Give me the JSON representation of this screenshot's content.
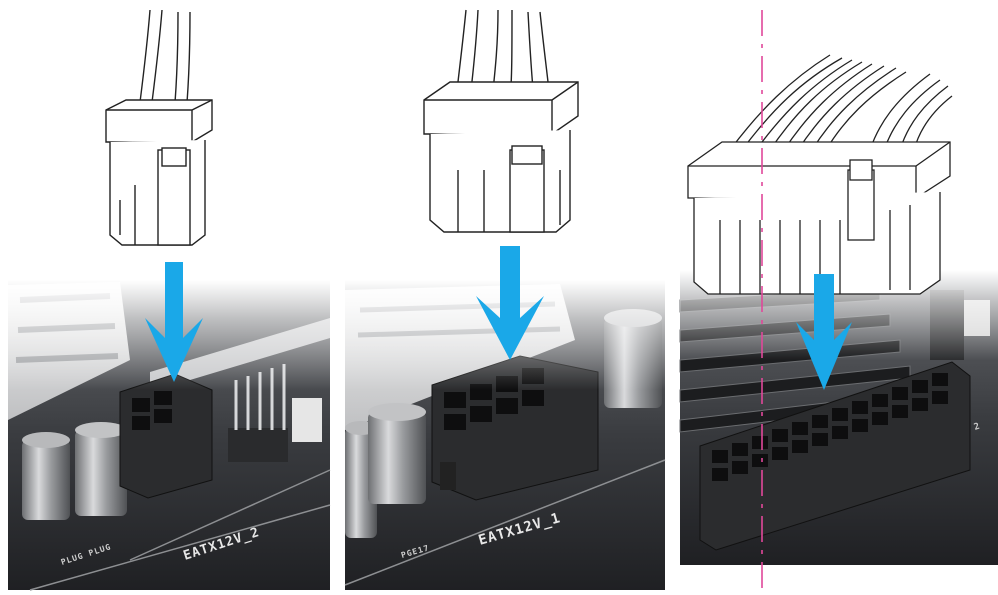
{
  "panels": [
    {
      "id": "eatx12v-2",
      "header_label": "EATX12V_2",
      "small_label": "PLUG PLUG"
    },
    {
      "id": "eatx12v-1",
      "header_label": "EATX12V_1",
      "small_label": "PGE17"
    },
    {
      "id": "eatxpwr",
      "header_label": "",
      "small_label": "2"
    }
  ],
  "colors": {
    "arrow": "#1aa8e8",
    "guide_line": "#e0489a",
    "connector": "#2b2c2e",
    "board": "#2f3134",
    "outline": "#222222"
  },
  "icons": [
    "down-arrow-icon",
    "power-cable-plug-icon",
    "capacitor-icon"
  ]
}
